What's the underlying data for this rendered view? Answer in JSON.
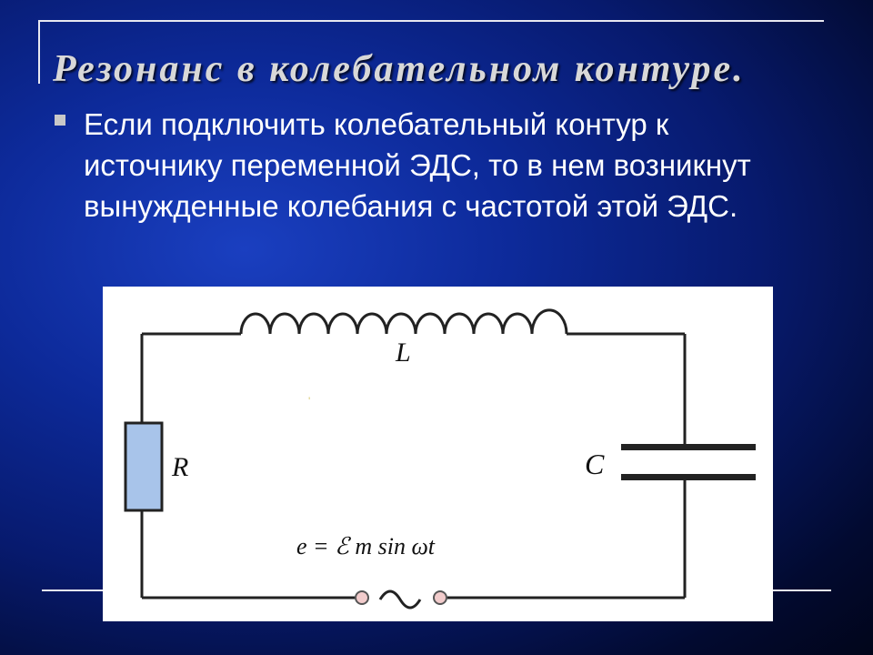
{
  "slide": {
    "title": "Резонанс в колебательном контуре.",
    "bullet": "Если подключить колебательный контур к источнику переменной ЭДС, то в нем возникнут вынужденные колебания с частотой этой ЭДС."
  },
  "circuit": {
    "inductor_label": "L",
    "resistor_label": "R",
    "capacitor_label": "C",
    "source_formula": "e = ℰ m sin ωt",
    "components": [
      "inductor",
      "resistor",
      "capacitor",
      "ac-source"
    ]
  },
  "colors": {
    "background": "#0d2a9a",
    "title": "#d8d8d8",
    "text": "#ffffff",
    "resistor_fill": "#a8c4ea",
    "terminal_fill": "#f2cccc",
    "wire": "#222222"
  }
}
